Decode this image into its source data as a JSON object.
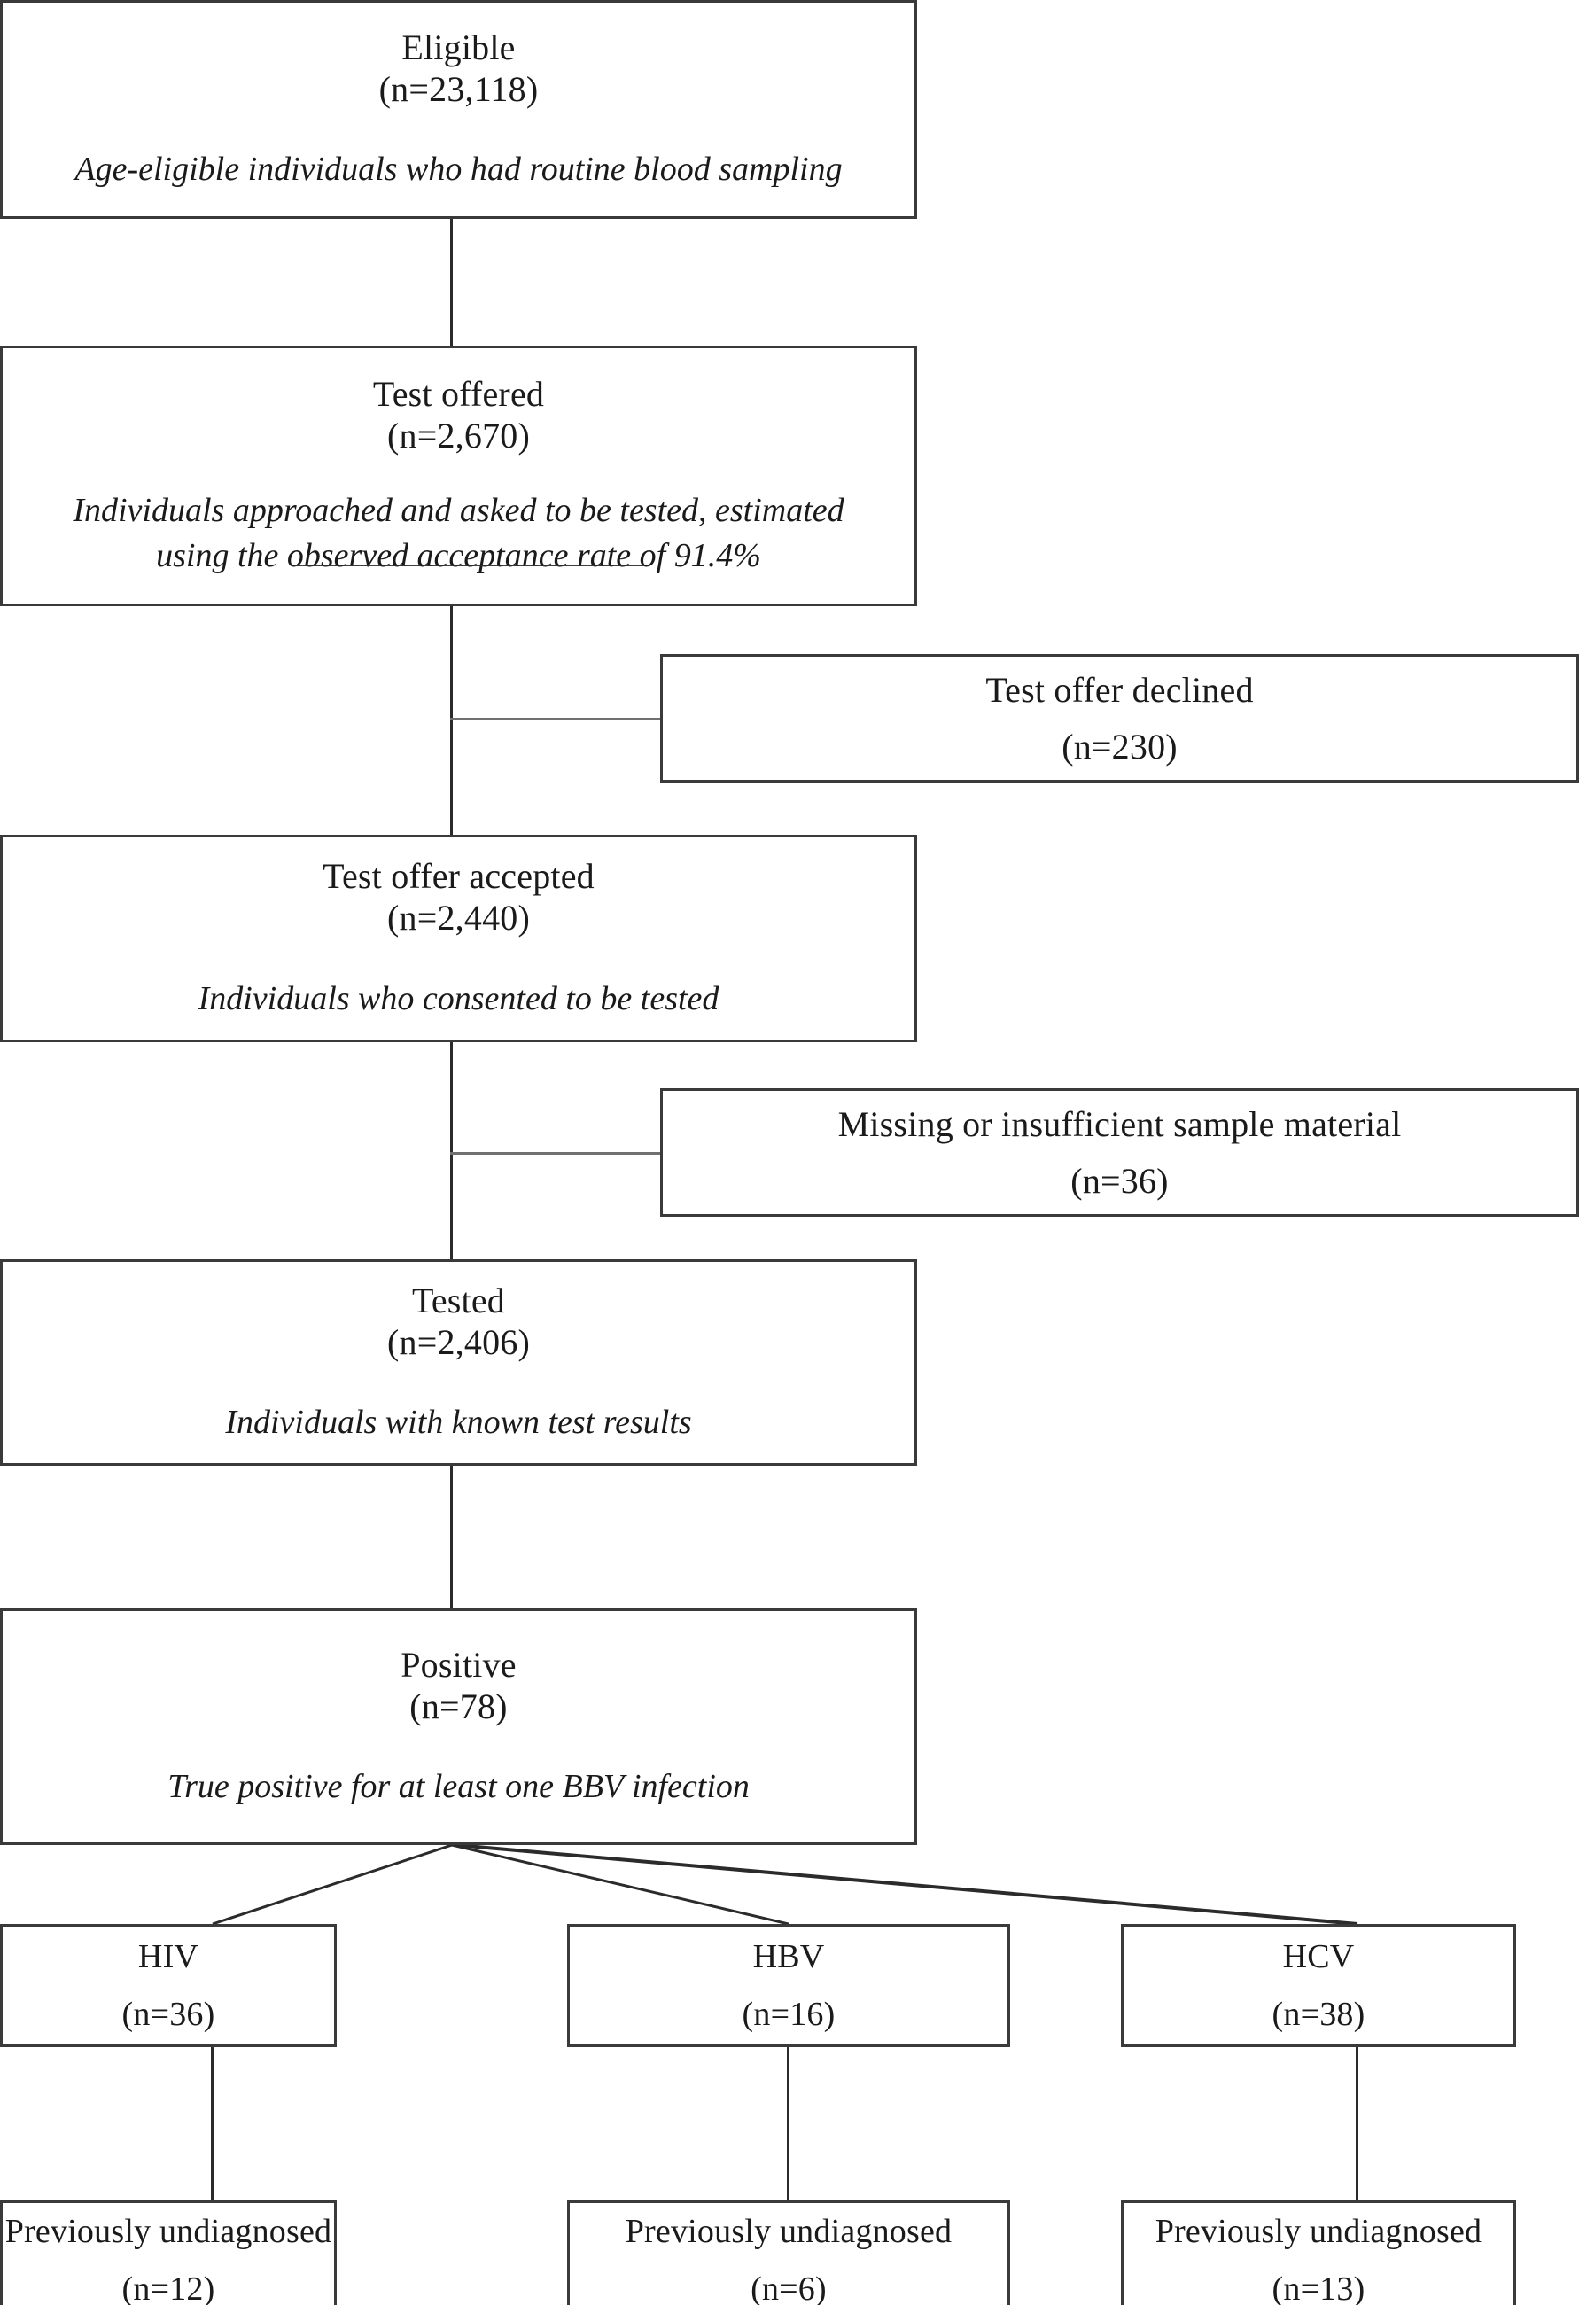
{
  "figure": {
    "type": "flowchart",
    "orientation": "top-to-bottom",
    "description": "Participant flow diagram for blood-borne virus (BBV) testing"
  },
  "nodes": {
    "eligible": {
      "title": "Eligible",
      "count": "(n=23,118)",
      "desc": "Age-eligible individuals who had routine blood sampling"
    },
    "test_offered": {
      "title": "Test offered",
      "count": "(n=2,670)",
      "desc_line1": "Individuals approached and asked to be tested, estimated",
      "desc_line2": "using the observed acceptance rate of 91.4%"
    },
    "declined": {
      "title": "Test offer declined",
      "count": "(n=230)"
    },
    "accepted": {
      "title": "Test offer accepted",
      "count": "(n=2,440)",
      "desc": "Individuals who consented to be tested"
    },
    "missing_sample": {
      "title": "Missing or insufficient sample material",
      "count": "(n=36)"
    },
    "tested": {
      "title": "Tested",
      "count": "(n=2,406)",
      "desc": "Individuals with known test results"
    },
    "positive": {
      "title": "Positive",
      "count": "(n=78)",
      "desc": "True positive for at least one BBV infection"
    },
    "hiv": {
      "title": "HIV",
      "count": "(n=36)"
    },
    "hbv": {
      "title": "HBV",
      "count": "(n=16)"
    },
    "hcv": {
      "title": "HCV",
      "count": "(n=38)"
    },
    "hiv_undiagnosed": {
      "title": "Previously undiagnosed",
      "count": "(n=12)"
    },
    "hbv_undiagnosed": {
      "title": "Previously undiagnosed",
      "count": "(n=6)"
    },
    "hcv_undiagnosed": {
      "title": "Previously undiagnosed",
      "count": "(n=13)"
    }
  },
  "colors": {
    "border": "#3a3a3a",
    "connector": "#2b2b2b",
    "background": "#ffffff",
    "text": "#1a1a1a"
  }
}
